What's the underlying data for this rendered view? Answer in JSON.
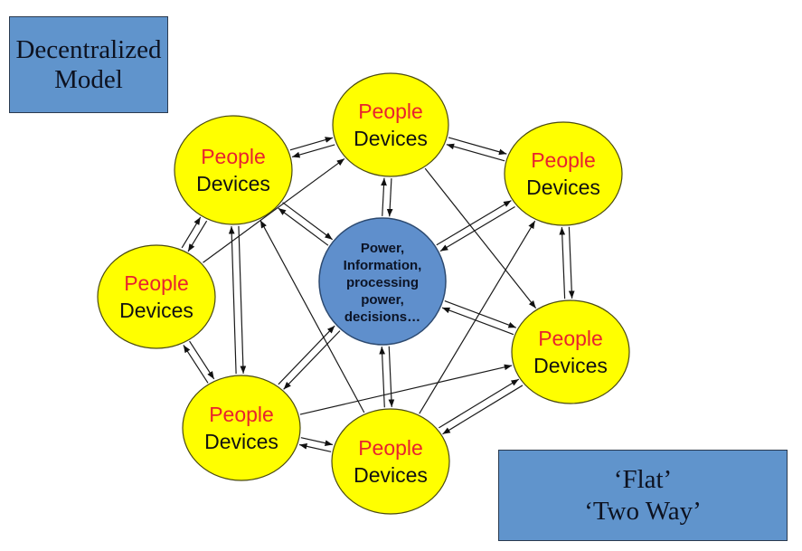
{
  "title_box": {
    "lines": [
      "Decentralized",
      "Model"
    ]
  },
  "note_box": {
    "lines": [
      "‘Flat’",
      "‘Two Way’"
    ]
  },
  "colors": {
    "node_fill": "#ffff00",
    "center_fill": "#5f8fcc",
    "box_fill": "#6094cc",
    "people_text": "#e8232e",
    "devices_text": "#111111"
  },
  "center": {
    "lines": [
      "Power,",
      "Information,",
      "processing",
      "power,",
      "decisions…"
    ]
  },
  "nodes": [
    {
      "id": "top",
      "people": "People",
      "devices": "Devices"
    },
    {
      "id": "top-left",
      "people": "People",
      "devices": "Devices"
    },
    {
      "id": "top-right",
      "people": "People",
      "devices": "Devices"
    },
    {
      "id": "left",
      "people": "People",
      "devices": "Devices"
    },
    {
      "id": "right",
      "people": "People",
      "devices": "Devices"
    },
    {
      "id": "bottom-left",
      "people": "People",
      "devices": "Devices"
    },
    {
      "id": "bottom",
      "people": "People",
      "devices": "Devices"
    }
  ],
  "connections": [
    {
      "from": "top",
      "to": "top-left",
      "type": "two-way"
    },
    {
      "from": "top",
      "to": "top-right",
      "type": "two-way"
    },
    {
      "from": "top",
      "to": "center",
      "type": "two-way"
    },
    {
      "from": "top-left",
      "to": "center",
      "type": "two-way"
    },
    {
      "from": "top-left",
      "to": "left",
      "type": "two-way"
    },
    {
      "from": "top-left",
      "to": "bottom-left",
      "type": "two-way"
    },
    {
      "from": "top-right",
      "to": "center",
      "type": "two-way"
    },
    {
      "from": "top-right",
      "to": "right",
      "type": "two-way"
    },
    {
      "from": "left",
      "to": "bottom-left",
      "type": "two-way"
    },
    {
      "from": "right",
      "to": "center",
      "type": "two-way"
    },
    {
      "from": "right",
      "to": "bottom",
      "type": "two-way"
    },
    {
      "from": "bottom-left",
      "to": "center",
      "type": "two-way"
    },
    {
      "from": "bottom-left",
      "to": "bottom",
      "type": "two-way"
    },
    {
      "from": "bottom",
      "to": "center",
      "type": "two-way"
    },
    {
      "from": "left",
      "to": "top",
      "type": "one-way"
    },
    {
      "from": "bottom",
      "to": "top-left",
      "type": "one-way"
    },
    {
      "from": "bottom",
      "to": "top-right",
      "type": "one-way"
    },
    {
      "from": "top",
      "to": "right",
      "type": "one-way"
    },
    {
      "from": "bottom-left",
      "to": "right",
      "type": "one-way"
    }
  ]
}
